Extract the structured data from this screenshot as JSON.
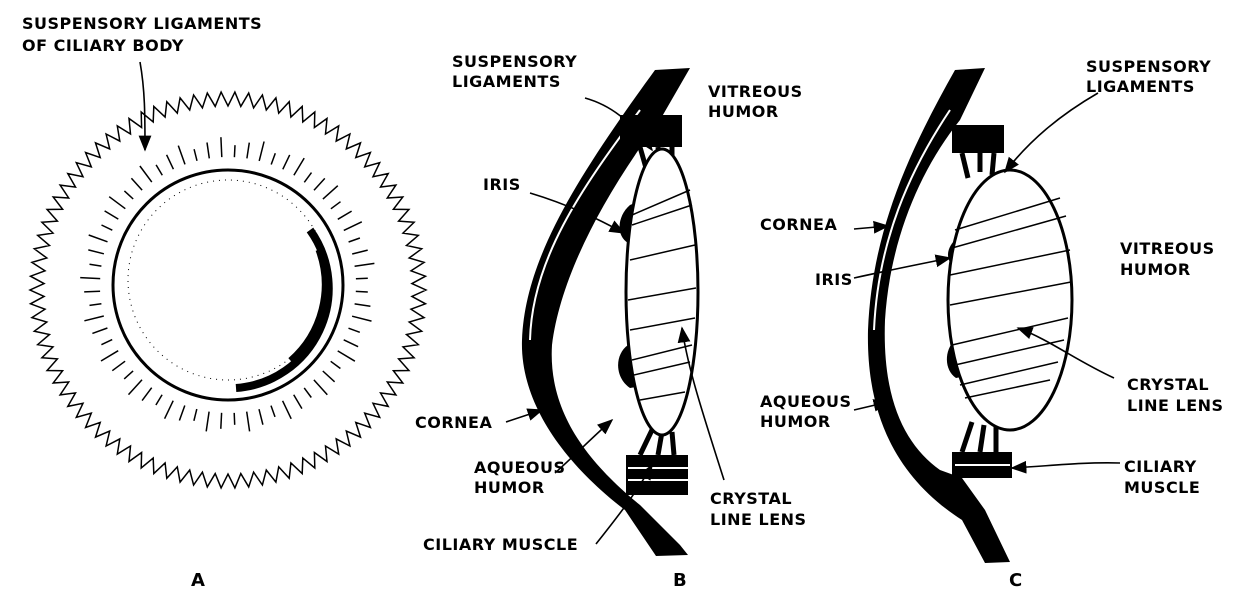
{
  "panels": [
    {
      "id": "A",
      "label": "A",
      "labels": {
        "suspensory_1": "SUSPENSORY LIGAMENTS",
        "suspensory_2": "OF CILIARY BODY"
      }
    },
    {
      "id": "B",
      "label": "B",
      "labels": {
        "suspensory_1": "SUSPENSORY",
        "suspensory_2": "LIGAMENTS",
        "vitreous_1": "VITREOUS",
        "vitreous_2": "HUMOR",
        "iris": "IRIS",
        "cornea": "CORNEA",
        "aqueous_1": "AQUEOUS",
        "aqueous_2": "HUMOR",
        "ciliary": "CILIARY MUSCLE",
        "lens_1": "CRYSTAL",
        "lens_2": "LINE LENS"
      }
    },
    {
      "id": "C",
      "label": "C",
      "labels": {
        "suspensory_1": "SUSPENSORY",
        "suspensory_2": "LIGAMENTS",
        "cornea": "CORNEA",
        "iris": "IRIS",
        "vitreous_1": "VITREOUS",
        "vitreous_2": "HUMOR",
        "aqueous_1": "AQUEOUS",
        "aqueous_2": "HUMOR",
        "lens_1": "CRYSTAL",
        "lens_2": "LINE LENS",
        "ciliary_1": "CILIARY",
        "ciliary_2": "MUSCLE"
      }
    }
  ]
}
